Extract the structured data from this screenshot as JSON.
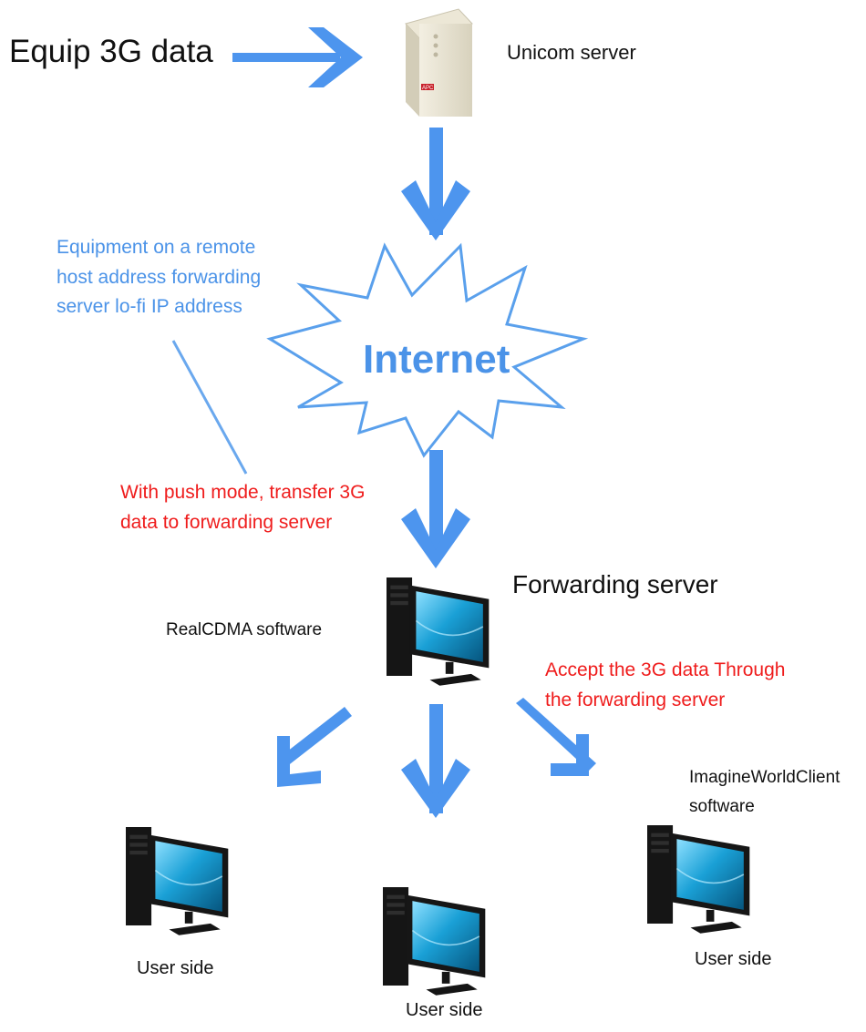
{
  "title": "Equip 3G data",
  "nodes": {
    "unicom_server": "Unicom server",
    "internet": "Internet",
    "forwarding_server": "Forwarding server",
    "realcdma": "RealCDMA software",
    "imagine_client": [
      "ImagineWorldClient",
      "software"
    ],
    "user_side_left": "User side",
    "user_side_center": "User side",
    "user_side_right": "User side"
  },
  "notes": {
    "remote_host": [
      "Equipment on a remote",
      "host address forwarding",
      "server lo-fi IP address"
    ],
    "push_mode": [
      "With push mode, transfer 3G",
      "data to forwarding server"
    ],
    "accept": [
      "Accept the 3G data Through",
      "the forwarding server"
    ]
  },
  "server_badge": "APC",
  "colors": {
    "arrow": "#4d95ee",
    "note_blue": "#4b93e8",
    "note_red": "#ef1c1c",
    "text": "#111111",
    "screen": "#1aa0d6"
  }
}
